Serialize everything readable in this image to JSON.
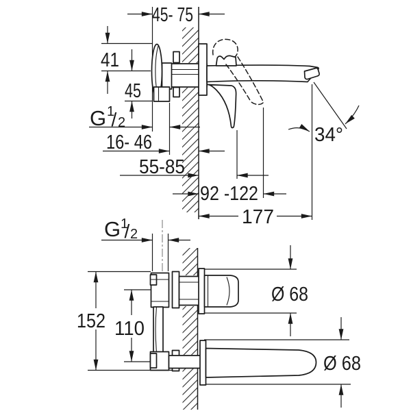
{
  "colors": {
    "ink": "#1b1b1b",
    "paper": "#ffffff"
  },
  "side_view": {
    "depth_range": "45- 75",
    "top_offset": "41",
    "axis_offset": "45",
    "thread": {
      "prefix": "G",
      "numerator": "1",
      "slash": "/",
      "denominator": "2"
    },
    "wall_clearance": "16- 46",
    "lever_closed_reach": "55-85",
    "lever_open_reach": "92 -122",
    "spout_projection": "177",
    "spray_angle": "34°"
  },
  "plan_view": {
    "thread": {
      "prefix": "G",
      "numerator": "1",
      "slash": "/",
      "denominator": "2"
    },
    "body_height": "152",
    "port_spacing": "110",
    "handle_rosette_diameter": "Ø 68",
    "spout_rosette_diameter": "Ø 68"
  }
}
